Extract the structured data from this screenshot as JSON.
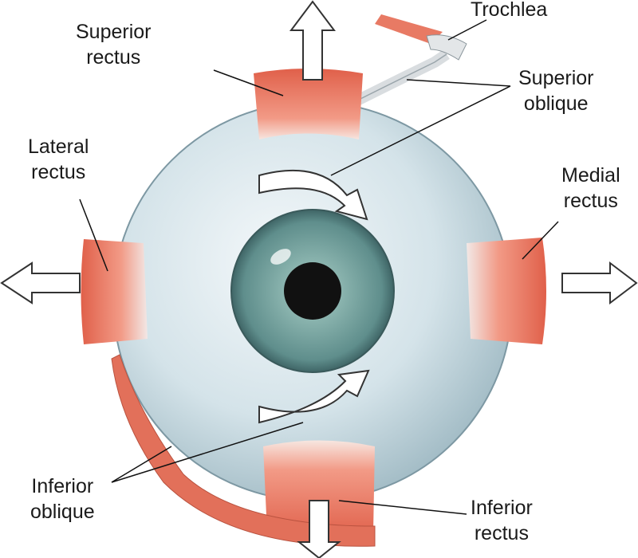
{
  "title": "Extraocular muscles of the eye",
  "labels": {
    "trochlea": "Trochlea",
    "superior_rectus": [
      "Superior",
      "rectus"
    ],
    "superior_oblique": [
      "Superior",
      "oblique"
    ],
    "lateral_rectus": [
      "Lateral",
      "rectus"
    ],
    "medial_rectus": [
      "Medial",
      "rectus"
    ],
    "inferior_oblique": [
      "Inferior",
      "oblique"
    ],
    "inferior_rectus": [
      "Inferior",
      "rectus"
    ]
  },
  "colors": {
    "muscle": "#e8735a",
    "sclera": "#cfe0e6",
    "iris": "#6f9a98",
    "pupil": "#111111"
  }
}
